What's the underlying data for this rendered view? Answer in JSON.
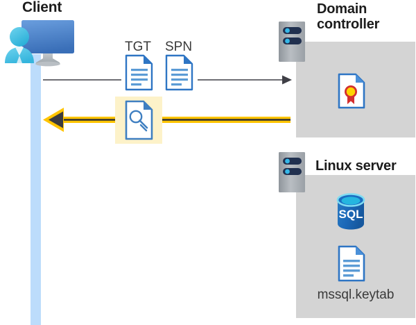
{
  "diagram": {
    "title_client": "Client",
    "title_domain_controller": "Domain\ncontroller",
    "title_domain_controller_line1": "Domain",
    "title_domain_controller_line2": "controller",
    "title_linux_server": "Linux server",
    "label_tgt": "TGT",
    "label_spn": "SPN",
    "label_sql": "SQL",
    "label_keytab": "mssql.keytab"
  },
  "icons": {
    "client": "user-monitor-icon",
    "server_rack": "server-rack-icon",
    "tgt_document": "document-icon",
    "spn_document": "document-icon",
    "ticket_key_document": "key-document-icon",
    "certificate": "certificate-document-icon",
    "sql_database": "sql-database-icon",
    "keytab_file": "document-icon"
  },
  "flows": [
    {
      "name": "request-arrow",
      "direction": "client-to-domain-controller",
      "style": "thin-grey-line",
      "color": "#3f3f46"
    },
    {
      "name": "response-arrow",
      "direction": "domain-controller-to-client",
      "style": "thick-yellow-line",
      "color": "#ffc400"
    }
  ],
  "colors": {
    "panel_grey": "#d4d4d4",
    "lifeline_blue": "#bcdcfb",
    "highlight_yellow": "#fdf2c9",
    "arrow_yellow": "#ffc400",
    "arrow_grey": "#3f3f46",
    "doc_blue": "#2e75c4",
    "doc_line_blue": "#5b9bd5",
    "server_navy": "#20304f",
    "server_dot_cyan": "#35b8e8",
    "sql_blue": "#1b6ec2",
    "cert_red": "#d32f2f",
    "cert_yellow": "#ffd400",
    "heading_text": "#1c1c1c",
    "body_text": "#3a3a3a"
  }
}
